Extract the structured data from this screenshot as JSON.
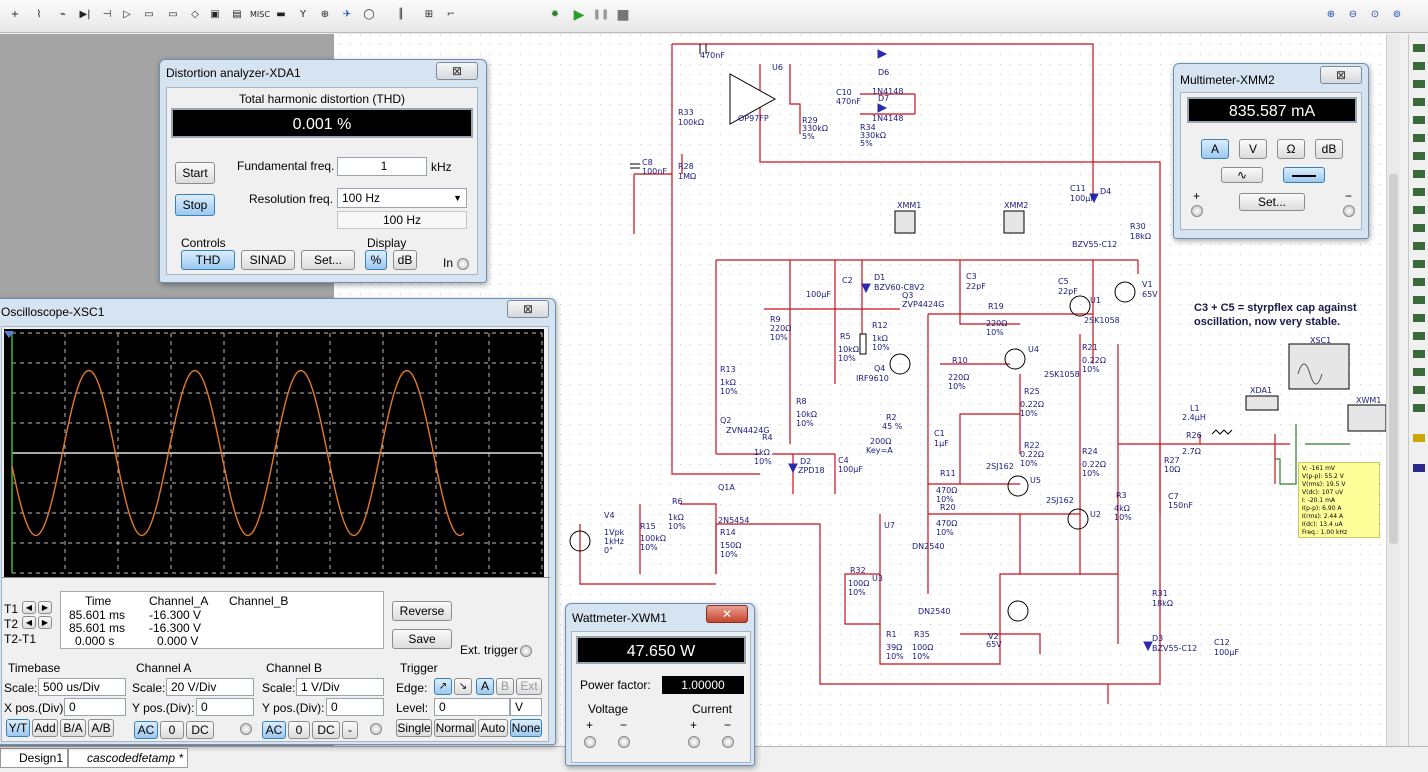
{
  "toolbar": {
    "icons": [
      "power-source-icon",
      "signal-source-icon",
      "basic-component-icon",
      "diode-icon",
      "transistor-icon",
      "analog-ic-icon",
      "ttl-icon",
      "cmos-icon",
      "mixed-icon",
      "indicator-icon",
      "misc-label",
      "rf-icon",
      "electromech-icon",
      "ladder-icon",
      "ni-components-icon",
      "connector-icon",
      "bus-icon",
      "hierarchical-icon",
      "simulate-icon"
    ],
    "misc_label": "MISC",
    "sim_icons": [
      "analysis-gear-icon",
      "run-icon",
      "pause-icon",
      "stop-icon"
    ],
    "zoom_icons": [
      "zoom-in-icon",
      "zoom-out-icon",
      "zoom-area-icon",
      "zoom-fit-icon"
    ]
  },
  "distortion": {
    "title": "Distortion analyzer-XDA1",
    "close": "⊠",
    "thd_label": "Total harmonic distortion (THD)",
    "thd_value": "0.001 %",
    "start": "Start",
    "stop": "Stop",
    "fund_label": "Fundamental freq.",
    "fund_value": "1",
    "fund_unit": "kHz",
    "res_label": "Resolution freq.",
    "res_value": "100 Hz",
    "res_readout": "100 Hz",
    "controls_label": "Controls",
    "display_label": "Display",
    "thd_btn": "THD",
    "sinad_btn": "SINAD",
    "set_btn": "Set...",
    "pct_btn": "%",
    "db_btn": "dB",
    "in_label": "In"
  },
  "multimeter": {
    "title": "Multimeter-XMM2",
    "close": "⊠",
    "value": "835.587 mA",
    "buttons": [
      "A",
      "V",
      "Ω",
      "dB"
    ],
    "set": "Set...",
    "plus": "+",
    "minus": "−"
  },
  "oscilloscope": {
    "title": "Oscilloscope-XSC1",
    "close": "⊠",
    "t1": "T1",
    "t2": "T2",
    "t2t1": "T2-T1",
    "col_time": "Time",
    "col_a": "Channel_A",
    "col_b": "Channel_B",
    "row1_time": "85.601 ms",
    "row1_a": "-16.300 V",
    "row2_time": "85.601 ms",
    "row2_a": "-16.300 V",
    "row3_time": "0.000 s",
    "row3_a": "0.000 V",
    "reverse": "Reverse",
    "save": "Save",
    "ext_trigger": "Ext. trigger",
    "timebase_label": "Timebase",
    "chA_label": "Channel A",
    "chB_label": "Channel B",
    "trigger_label": "Trigger",
    "scale_label": "Scale:",
    "timebase_scale": "500 us/Div",
    "xpos_label": "X pos.(Div):",
    "xpos": "0",
    "chA_scale": "20  V/Div",
    "ypos_label": "Y pos.(Div):",
    "chA_ypos": "0",
    "chB_scale": "1  V/Div",
    "chB_ypos": "0",
    "edge_label": "Edge:",
    "level_label": "Level:",
    "level": "0",
    "level_unit": "V",
    "yt": "Y/T",
    "add": "Add",
    "ba": "B/A",
    "ab": "A/B",
    "ac": "AC",
    "zero": "0",
    "dc": "DC",
    "neg": "-",
    "edge_a": "A",
    "edge_b": "B",
    "edge_ext": "Ext",
    "single": "Single",
    "normal": "Normal",
    "auto": "Auto",
    "none": "None"
  },
  "wattmeter": {
    "title": "Wattmeter-XWM1",
    "close": "✕",
    "value": "47.650 W",
    "pf_label": "Power factor:",
    "pf_value": "1.00000",
    "voltage": "Voltage",
    "current": "Current",
    "plus": "+",
    "minus": "−"
  },
  "schematic": {
    "labels": [
      "470nF",
      "U6",
      "OP97FP",
      "R33",
      "100kΩ",
      "C8",
      "100nF",
      "R28",
      "1MΩ",
      "R29",
      "330kΩ",
      "5%",
      "C10",
      "470nF",
      "D6",
      "1N4148",
      "D7",
      "1N4148",
      "R34",
      "330kΩ",
      "5%",
      "C11",
      "100µF",
      "D4",
      "BZV55-C12",
      "R30",
      "18kΩ",
      "XMM1",
      "XMM2",
      "V1",
      "65V",
      "D1",
      "BZV60-C8V2",
      "C2",
      "100µF",
      "Q3",
      "ZVP4424G",
      "C3",
      "22pF",
      "C5",
      "22pF",
      "U1",
      "2SK1058",
      "R9",
      "220Ω",
      "10%",
      "R5",
      "10kΩ",
      "10%",
      "R12",
      "1kΩ",
      "10%",
      "R19",
      "220Ω",
      "10%",
      "U4",
      "2SK1058",
      "R21",
      "0.22Ω",
      "10%",
      "R13",
      "1kΩ",
      "10%",
      "Q4",
      "IRF9610",
      "R10",
      "220Ω",
      "10%",
      "R25",
      "0.22Ω",
      "10%",
      "R8",
      "10kΩ",
      "10%",
      "R2",
      "45 %",
      "200Ω",
      "Key=A",
      "C1",
      "1µF",
      "L1",
      "2.4µH",
      "R26",
      "2.7Ω",
      "Q2",
      "ZVN4424G",
      "R4",
      "1kΩ",
      "10%",
      "D2",
      "ZPD18",
      "C4",
      "100µF",
      "R22",
      "0.22Ω",
      "10%",
      "R24",
      "0.22Ω",
      "10%",
      "R27",
      "10Ω",
      "C7",
      "150nF",
      "Q1A",
      "2N5454",
      "R11",
      "470Ω",
      "10%",
      "R20",
      "470Ω",
      "10%",
      "2SJ162",
      "U5",
      "2SJ162",
      "U2",
      "R3",
      "4kΩ",
      "10%",
      "V4",
      "1Vpk",
      "1kHz",
      "0°",
      "R6",
      "1kΩ",
      "10%",
      "R15",
      "100kΩ",
      "10%",
      "R14",
      "150Ω",
      "10%",
      "U7",
      "DN2540",
      "R32",
      "100Ω",
      "10%",
      "U3",
      "DN2540",
      "V2",
      "65V",
      "R1",
      "39Ω",
      "10%",
      "R35",
      "100Ω",
      "10%",
      "R31",
      "18kΩ",
      "D3",
      "BZV55-C12",
      "C12",
      "100µF",
      "XSC1",
      "XDA1",
      "XWM1"
    ],
    "note_line1": "C3 + C5 = styrpflex cap against",
    "note_line2": "oscillation, now very stable.",
    "probe": [
      "V: -161 mV",
      "V(p-p): 55.2 V",
      "V(rms): 19.5 V",
      "V(dc): 107 uV",
      "I: -20.1 mA",
      "I(p-p): 6.90 A",
      "I(rms): 2.44 A",
      "I(dc): 13.4 uA",
      "Freq.: 1.00 kHz"
    ]
  },
  "tabs": {
    "design1": "Design1",
    "cascode": "cascodedfetamp *"
  },
  "colors": {
    "wire": "#c8101a",
    "trace": "#e07a2a",
    "screen": "#000000",
    "probe_bg": "#ffff99",
    "selected": "#9cc8ef"
  }
}
